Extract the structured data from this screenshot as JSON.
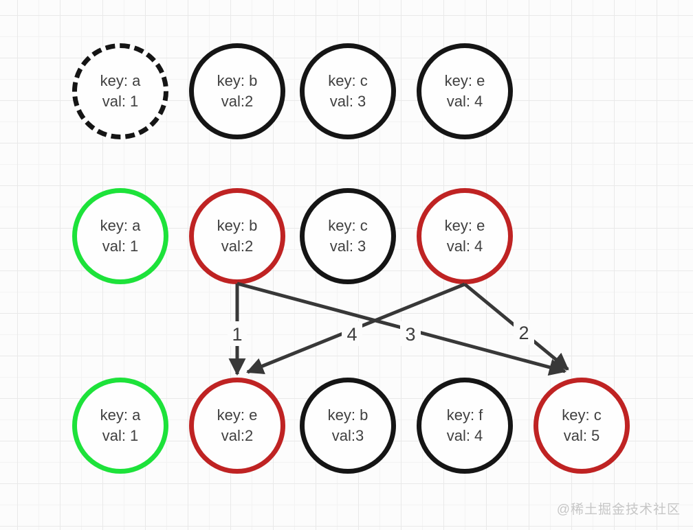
{
  "colors": {
    "black": "#151515",
    "red": "#bf2323",
    "green": "#1de23a",
    "arrow": "#383838",
    "node_text": "#3f3f3f",
    "watermark": "#c6c6c6"
  },
  "rows": [
    {
      "label": "row-1",
      "nodes": [
        {
          "key": "key: a",
          "val": "val: 1",
          "border": "black",
          "dashed": true
        },
        {
          "key": "key: b",
          "val": "val:2",
          "border": "black",
          "dashed": false
        },
        {
          "key": "key: c",
          "val": "val: 3",
          "border": "black",
          "dashed": false
        },
        {
          "key": "key: e",
          "val": "val: 4",
          "border": "black",
          "dashed": false
        }
      ]
    },
    {
      "label": "row-2",
      "nodes": [
        {
          "key": "key: a",
          "val": "val: 1",
          "border": "green",
          "dashed": false
        },
        {
          "key": "key: b",
          "val": "val:2",
          "border": "red",
          "dashed": false
        },
        {
          "key": "key: c",
          "val": "val: 3",
          "border": "black",
          "dashed": false
        },
        {
          "key": "key: e",
          "val": "val: 4",
          "border": "red",
          "dashed": false
        }
      ]
    },
    {
      "label": "row-3",
      "nodes": [
        {
          "key": "key: a",
          "val": "val: 1",
          "border": "green",
          "dashed": false
        },
        {
          "key": "key: e",
          "val": "val:2",
          "border": "red",
          "dashed": false
        },
        {
          "key": "key: b",
          "val": "val:3",
          "border": "black",
          "dashed": false
        },
        {
          "key": "key: f",
          "val": "val: 4",
          "border": "black",
          "dashed": false
        },
        {
          "key": "key: c",
          "val": "val: 5",
          "border": "red",
          "dashed": false
        }
      ]
    }
  ],
  "arrows": [
    {
      "label": "1",
      "from": "row-2 key:b",
      "to": "row-3 key:e"
    },
    {
      "label": "4",
      "from": "row-2 key:e",
      "to": "row-3 key:e"
    },
    {
      "label": "3",
      "from": "row-2 key:b",
      "to": "row-3 key:c"
    },
    {
      "label": "2",
      "from": "row-2 key:e",
      "to": "row-3 key:c"
    }
  ],
  "watermark": "@稀土掘金技术社区"
}
